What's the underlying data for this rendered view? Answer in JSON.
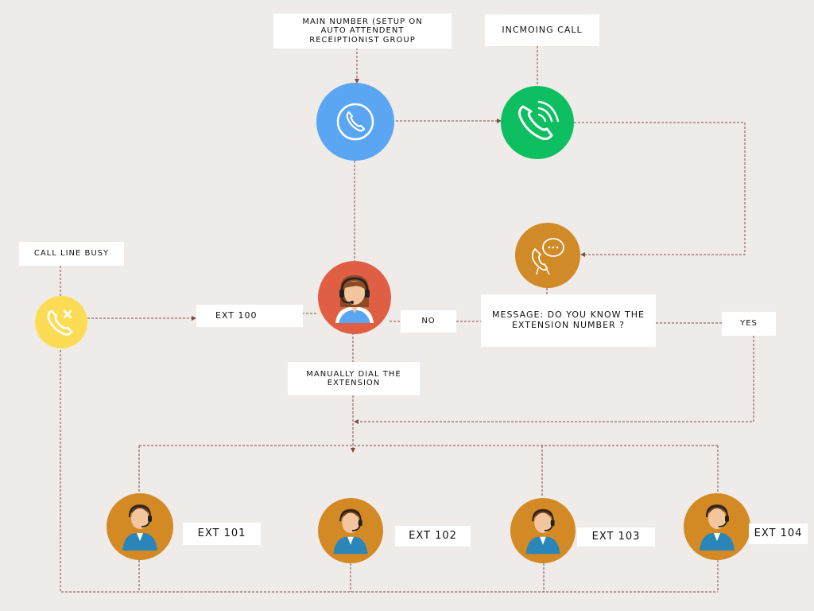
{
  "labels": {
    "main_number": "MAIN NUMBER (SETUP ON AUTO ATTENDENT RECEIPTIONIST GROUP",
    "incoming_call": "INCMOING CALL",
    "call_line_busy": "CALL LINE BUSY",
    "ext_100": "EXT 100",
    "no": "NO",
    "message": "MESSAGE: DO YOU KNOW THE EXTENSION NUMBER ?",
    "yes": "YES",
    "manually_dial": "MANUALLY DIAL THE EXTENSION",
    "ext_101": "EXT 101",
    "ext_102": "EXT 102",
    "ext_103": "EXT 103",
    "ext_104": "EXT 104"
  },
  "colors": {
    "background": "#efebe8",
    "phone_blue": "#5aa6f2",
    "incoming_green": "#0dbf60",
    "message_orange": "#d08a28",
    "receptionist_red": "#e05f44",
    "busy_yellow": "#fddc55",
    "agent_orange": "#d38a24",
    "agent_shirt": "#2a86b8",
    "connector": "#7a4e46"
  },
  "icons": {
    "main_number": "phone-icon",
    "incoming_call": "ringing-phone-icon",
    "message": "speech-bubble-icon",
    "receptionist": "receptionist-headset-icon",
    "call_line_busy": "phone-cancel-icon",
    "agent": "agent-headset-icon"
  }
}
